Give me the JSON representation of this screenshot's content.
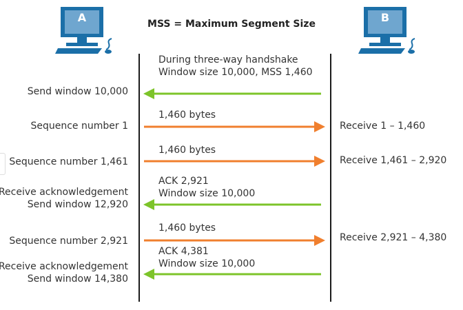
{
  "title": "MSS = Maximum Segment Size",
  "hosts": {
    "a": "A",
    "b": "B"
  },
  "handshake": {
    "line1": "During three-way handshake",
    "line2": "Window size 10,000, MSS 1,460"
  },
  "left_labels": [
    [
      "Send window 10,000"
    ],
    [
      "Sequence number 1"
    ],
    [
      "Sequence number 1,461"
    ],
    [
      "Receive acknowledgement",
      "Send window 12,920"
    ],
    [
      "Sequence number 2,921"
    ],
    [
      "Receive acknowledgement",
      "Send window 14,380"
    ]
  ],
  "arrow_labels": [
    [
      "1,460 bytes"
    ],
    [
      "1,460 bytes"
    ],
    [
      "ACK 2,921",
      "Window size 10,000"
    ],
    [
      "1,460 bytes"
    ],
    [
      "ACK 4,381",
      "Window size 10,000"
    ]
  ],
  "right_labels": [
    "Receive 1 – 1,460",
    "Receive 1,461 – 2,920",
    "Receive 2,921 – 4,380"
  ],
  "colors": {
    "ack_arrow": "#7dc42a",
    "data_arrow": "#f07f2e",
    "timeline": "#1a1a1a",
    "monitor": "#1b6fa8",
    "screen": "#6fa6cf"
  }
}
